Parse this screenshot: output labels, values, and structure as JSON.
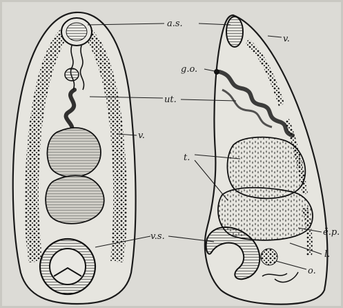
{
  "figure": {
    "labels": {
      "as": "a.s.",
      "v_right": "v.",
      "go": "g.o.",
      "ut": "ut.",
      "v_left": "v.",
      "t": "t.",
      "ep": "ē.p.",
      "vs": "v.s.",
      "l": "l.",
      "o": "o."
    }
  }
}
